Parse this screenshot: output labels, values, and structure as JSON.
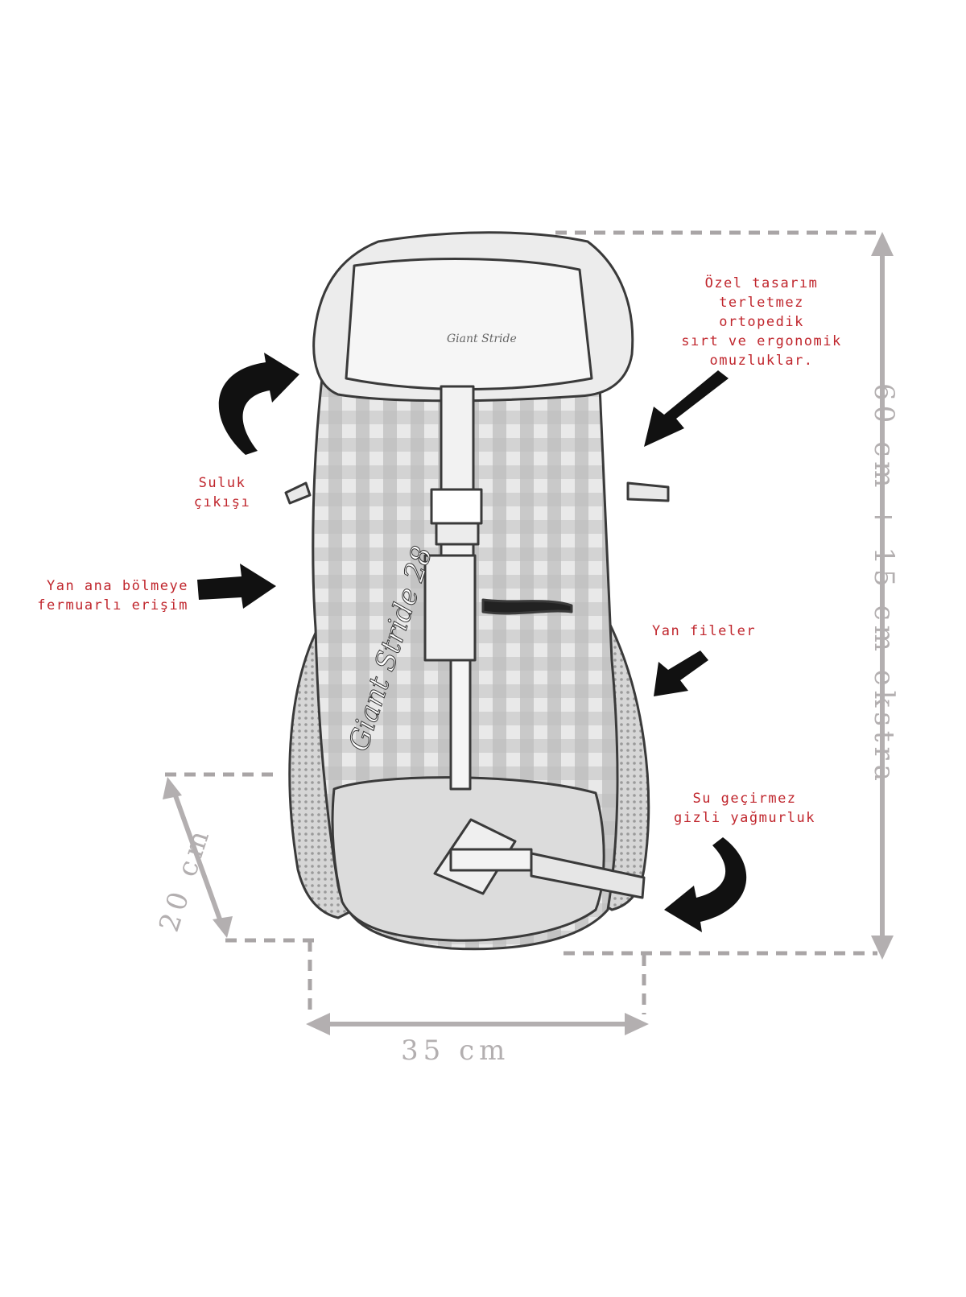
{
  "colors": {
    "label": "#c0262d",
    "dimension": "#b3afb0",
    "arrow": "#111111",
    "sketch": "#444444"
  },
  "callouts": {
    "back_panel": [
      "Özel tasarım",
      "terletmez",
      "ortopedik",
      "sırt ve ergonomik",
      "omuzluklar."
    ],
    "hydration": [
      "Suluk",
      "çıkışı"
    ],
    "side_access": [
      "Yan ana bölmeye",
      "fermuarlı erişim"
    ],
    "side_mesh": [
      "Yan fileler"
    ],
    "rain_cover": [
      "Su geçirmez",
      "gizli yağmurluk"
    ]
  },
  "dimensions": {
    "height": "60 cm + 15 cm ekstra",
    "depth": "20 cm",
    "width": "35 cm"
  },
  "product": {
    "model_text": "Giant Stride 28",
    "lid_logo_text": "Giant Stride"
  },
  "icons": [
    "curved-arrow-icon",
    "right-arrow-icon",
    "diagonal-arrow-icon"
  ]
}
